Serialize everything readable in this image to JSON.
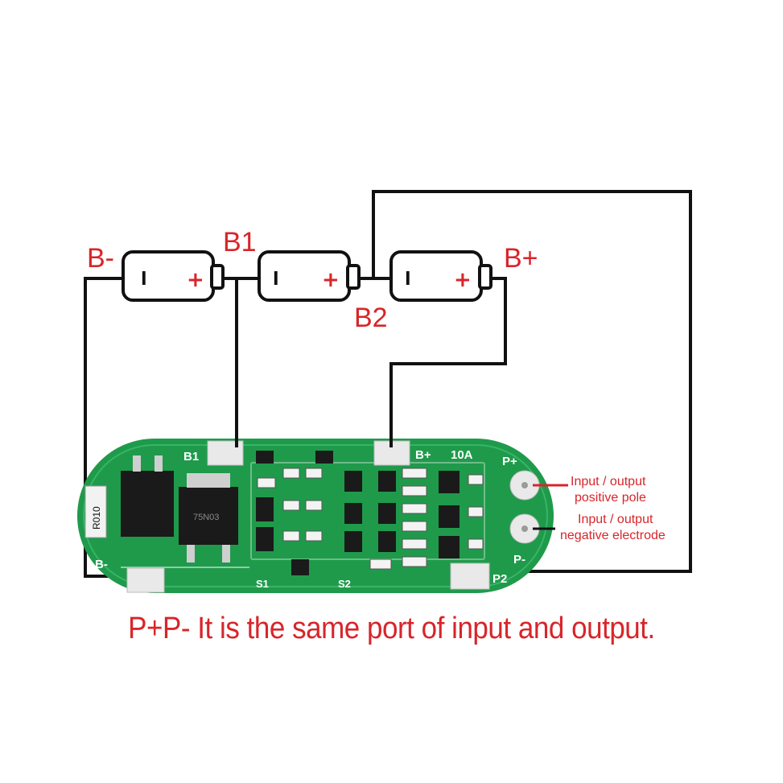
{
  "labels": {
    "b_minus": "B-",
    "b1": "B1",
    "b2": "B2",
    "b_plus": "B+"
  },
  "batteries": [
    {
      "minus": "l",
      "plus": "+"
    },
    {
      "minus": "l",
      "plus": "+"
    },
    {
      "minus": "l",
      "plus": "+"
    }
  ],
  "board": {
    "pad_b1": "B1",
    "pad_bplus": "B+",
    "rating": "10A",
    "pad_pplus": "P+",
    "pad_pminus": "P-",
    "pad_bminus": "B-",
    "pad_p2": "P2",
    "s1": "S1",
    "s2": "S2",
    "resistor": "R010",
    "chip_text": "75N03"
  },
  "annotations": {
    "positive_line1": "Input / output",
    "positive_line2": "positive pole",
    "negative_line1": "Input / output",
    "negative_line2": "negative electrode"
  },
  "caption": "P+P- It is the same port of input and output.",
  "colors": {
    "accent": "#d8252a",
    "wire": "#111111",
    "board": "#1f9a4b"
  }
}
